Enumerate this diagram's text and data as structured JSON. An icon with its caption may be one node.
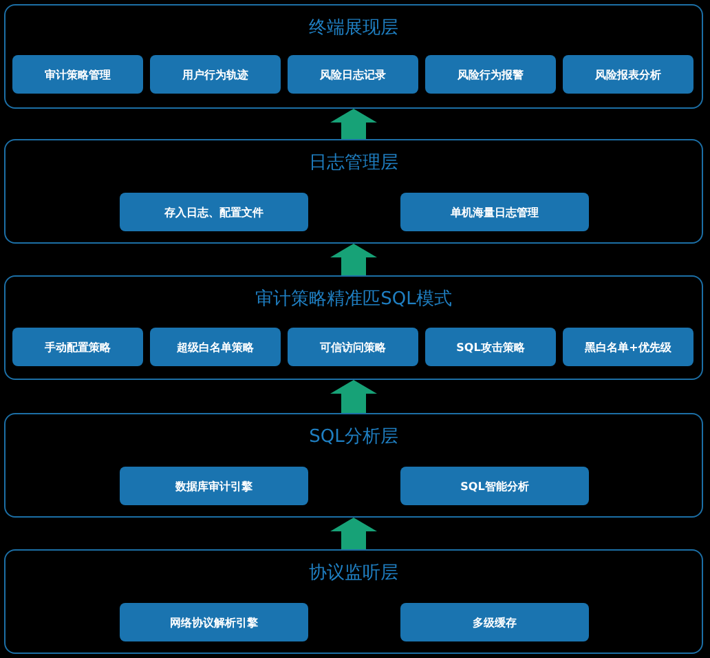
{
  "diagram": {
    "nodes": [
      {
        "text": [
          "终端展现层"
        ]
      },
      {
        "text": [
          "审计策略管理"
        ],
        "in": 0
      },
      {
        "text": [
          "用户行为轨迹"
        ],
        "in": 0
      },
      {
        "text": [
          "风险日志记录"
        ],
        "in": 0
      },
      {
        "text": [
          "风险行为报警"
        ],
        "in": 0
      },
      {
        "text": [
          "风险报表分析"
        ],
        "in": 0
      },
      {
        "text": [
          "日志管理层"
        ]
      },
      {
        "text": [
          "存入日志、配置文件"
        ],
        "in": 6
      },
      {
        "text": [
          "单机海量日志管理"
        ],
        "in": 6
      },
      {
        "text": [
          "审计策略精准匹SQL模式"
        ]
      },
      {
        "text": [
          "手动配置策略"
        ],
        "in": 9
      },
      {
        "text": [
          "超级白名单策略"
        ],
        "in": 9
      },
      {
        "text": [
          "可信访问策略"
        ],
        "in": 9
      },
      {
        "text": [
          "SQL攻击策略"
        ],
        "in": 9
      },
      {
        "text": [
          "黑白名单+优先级"
        ],
        "in": 9
      },
      {
        "text": [
          "SQL分析层"
        ]
      },
      {
        "text": [
          "数据库审计引擎"
        ],
        "in": 15
      },
      {
        "text": [
          "SQL智能分析"
        ],
        "in": 15
      },
      {
        "text": [
          "协议监听层"
        ]
      },
      {
        "text": [
          "网络协议解析引擎"
        ],
        "in": 18
      },
      {
        "text": [
          "多级缓存"
        ],
        "in": 18
      }
    ],
    "edges": [
      {
        "from": 6,
        "to": 0,
        "arrow": "to"
      },
      {
        "from": 9,
        "to": 6,
        "arrow": "to"
      },
      {
        "from": 15,
        "to": 9,
        "arrow": "to"
      },
      {
        "from": 18,
        "to": 15,
        "arrow": "to"
      }
    ]
  }
}
